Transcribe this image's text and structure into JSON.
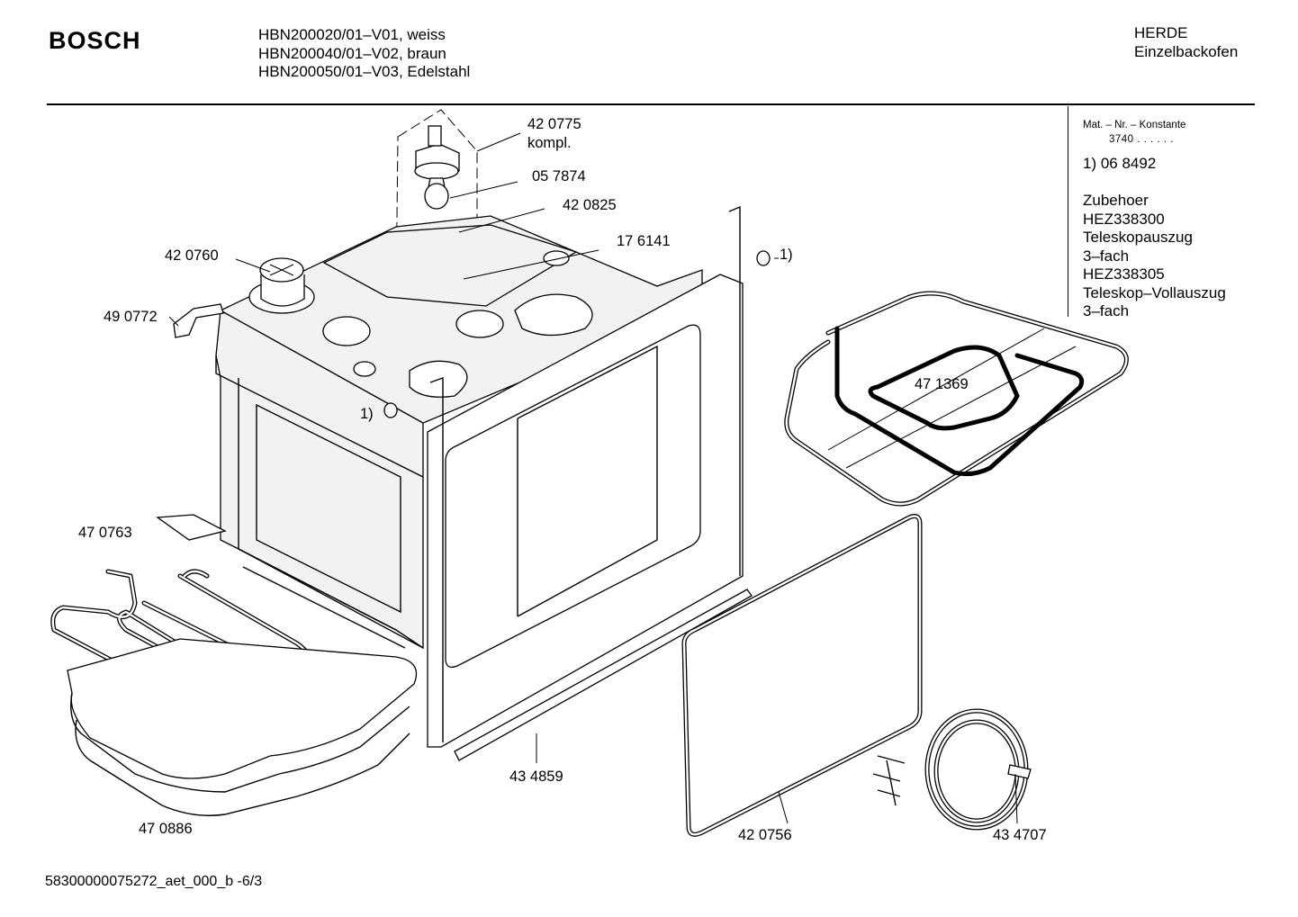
{
  "header": {
    "brand": "BOSCH",
    "models": [
      "HBN200020/01–V01, weiss",
      "HBN200040/01–V02, braun",
      "HBN200050/01–V03, Edelstahl"
    ],
    "category": [
      "HERDE",
      "Einzelbackofen"
    ]
  },
  "info": {
    "mat_label": "Mat. – Nr. – Konstante",
    "mat_value": "3740  .  .  .  .  .  .",
    "notes": [
      "1) 06 8492",
      "",
      "Zubehoer",
      "HEZ338300",
      "Teleskopauszug",
      "3–fach",
      "HEZ338305",
      "Teleskop–Vollauszug",
      "3–fach"
    ]
  },
  "parts": [
    {
      "id": "p420775",
      "label": "42 0775"
    },
    {
      "id": "p420775b",
      "label": "kompl."
    },
    {
      "id": "p057874",
      "label": "05 7874"
    },
    {
      "id": "p420825",
      "label": "42 0825"
    },
    {
      "id": "p176141",
      "label": "17 6141"
    },
    {
      "id": "p420760",
      "label": "42 0760"
    },
    {
      "id": "p490772",
      "label": "49 0772"
    },
    {
      "id": "pfn1a",
      "label": "1)"
    },
    {
      "id": "pfn1b",
      "label": "1)"
    },
    {
      "id": "p471369",
      "label": "47 1369"
    },
    {
      "id": "p470763",
      "label": "47 0763"
    },
    {
      "id": "p434859",
      "label": "43 4859"
    },
    {
      "id": "p470886",
      "label": "47 0886"
    },
    {
      "id": "p420756",
      "label": "42 0756"
    },
    {
      "id": "p434707",
      "label": "43 4707"
    }
  ],
  "footer": {
    "code": "58300000075272_aet_000_b  -6/3"
  }
}
